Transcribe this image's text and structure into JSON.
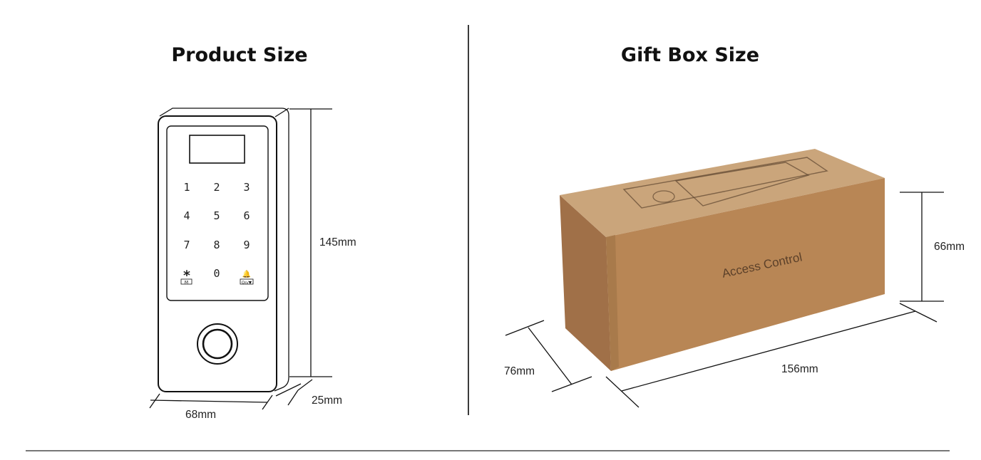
{
  "product": {
    "title": "Product Size",
    "keypad": {
      "keys": [
        "1",
        "2",
        "3",
        "4",
        "5",
        "6",
        "7",
        "8",
        "9",
        "*",
        "0",
        "🔔"
      ],
      "sublabels": [
        "M",
        "",
        "On/▼"
      ]
    },
    "dimensions": {
      "height": "145mm",
      "width": "68mm",
      "depth": "25mm"
    }
  },
  "gift_box": {
    "title": "Gift Box Size",
    "box_print": "Access Control",
    "dimensions": {
      "height": "66mm",
      "depth": "76mm",
      "length": "156mm"
    }
  },
  "colors": {
    "cardboard_front": "#b88655",
    "cardboard_top": "#caa57b",
    "cardboard_side": "#a07048",
    "line": "#111111"
  }
}
